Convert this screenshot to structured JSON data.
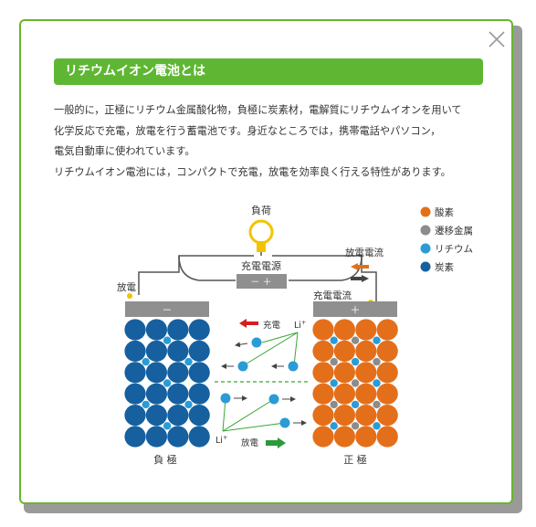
{
  "modal": {
    "title": "リチウムイオン電池とは",
    "description": [
      "一般的に，正極にリチウム金属酸化物，負極に炭素材，電解質にリチウムイオンを用いて",
      "化学反応で充電，放電を行う蓄電池です。身近なところでは，携帯電話やパソコン，",
      "電気自動車に使われています。",
      "リチウムイオン電池には，コンパクトで充電，放電を効率良く行える特性があります。"
    ],
    "close_icon": "close-x-icon"
  },
  "diagram": {
    "load_label": "負荷",
    "power_source_label": "充電電源",
    "power_source_signs": "－ ＋",
    "discharge_current_label": "放電電流",
    "charge_current_label": "充電電流",
    "discharge_label": "放電",
    "neg_terminal_sign": "－",
    "pos_terminal_sign": "＋",
    "charge_arrow_label": "充電",
    "discharge_arrow_label": "放電",
    "li_label": "Li",
    "li_sup": "+",
    "negative_electrode_label": "負 極",
    "positive_electrode_label": "正 極",
    "legend": [
      {
        "label": "酸素",
        "color": "#e46f1a"
      },
      {
        "label": "遷移金属",
        "color": "#8c8c8c"
      },
      {
        "label": "リチウム",
        "color": "#2b9bd6"
      },
      {
        "label": "炭素",
        "color": "#16609f"
      }
    ]
  },
  "colors": {
    "accent": "#5fb633",
    "oxygen": "#e46f1a",
    "metal": "#8c8c8c",
    "lithium": "#2b9bd6",
    "carbon": "#16609f"
  }
}
